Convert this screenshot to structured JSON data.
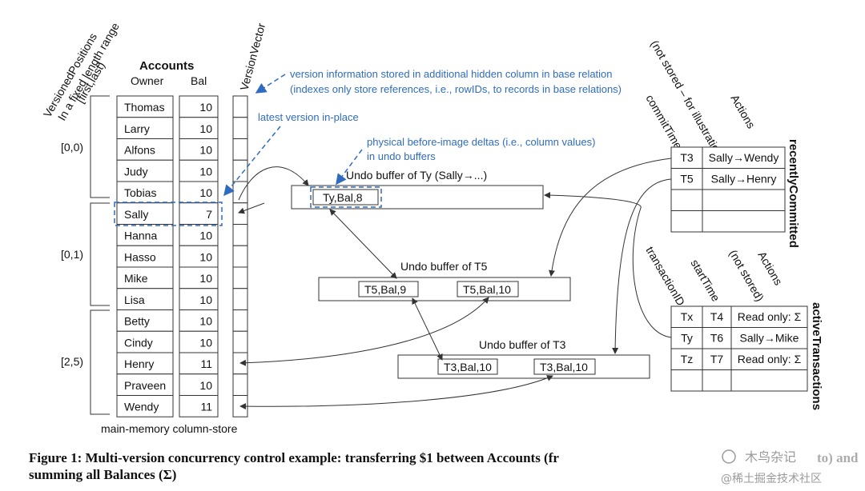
{
  "titles": {
    "accounts": "Accounts",
    "owner": "Owner",
    "bal": "Bal",
    "version_vector": "VersionVector",
    "versioned_positions_1": "VersionedPositions",
    "versioned_positions_2": "In a fixed length range",
    "versioned_positions_3": "[first,last)",
    "column_store": "main-memory column-store"
  },
  "accounts": [
    {
      "owner": "Thomas",
      "bal": "10"
    },
    {
      "owner": "Larry",
      "bal": "10"
    },
    {
      "owner": "Alfons",
      "bal": "10"
    },
    {
      "owner": "Judy",
      "bal": "10"
    },
    {
      "owner": "Tobias",
      "bal": "10"
    },
    {
      "owner": "Sally",
      "bal": "7"
    },
    {
      "owner": "Hanna",
      "bal": "10"
    },
    {
      "owner": "Hasso",
      "bal": "10"
    },
    {
      "owner": "Mike",
      "bal": "10"
    },
    {
      "owner": "Lisa",
      "bal": "10"
    },
    {
      "owner": "Betty",
      "bal": "10"
    },
    {
      "owner": "Cindy",
      "bal": "10"
    },
    {
      "owner": "Henry",
      "bal": "11"
    },
    {
      "owner": "Praveen",
      "bal": "10"
    },
    {
      "owner": "Wendy",
      "bal": "11"
    }
  ],
  "ranges": [
    "[0,0)",
    "[0,1)",
    "[2,5)"
  ],
  "annotations": {
    "version_info_1": "version information stored in additional hidden column in base relation",
    "version_info_2": "(indexes only store references, i.e., rowIDs, to records in base relations)",
    "latest_in_place": "latest version in-place",
    "deltas_1": "physical before-image deltas (i.e., column values)",
    "deltas_2": "in undo buffers"
  },
  "undo_buffers": {
    "ty_title": "Undo buffer of Ty (Sally→...)",
    "ty_entry": "Ty,Bal,8",
    "t5_title": "Undo buffer of T5",
    "t5_entry1": "T5,Bal,9",
    "t5_entry2": "T5,Bal,10",
    "t3_title": "Undo buffer of T3",
    "t3_entry1": "T3,Bal,10",
    "t3_entry2": "T3,Bal,10"
  },
  "recently_committed": {
    "label": "recentlyCommitted",
    "header_commit_time": "commitTime",
    "header_actions": "Actions",
    "header_not_stored": "(not stored – for illustration)",
    "rows": [
      {
        "time": "T3",
        "action": "Sally→Wendy"
      },
      {
        "time": "T5",
        "action": "Sally→Henry"
      }
    ]
  },
  "active_transactions": {
    "label": "activeTransactions",
    "header_transaction_id": "transactionID",
    "header_start_time": "startTime",
    "header_actions": "Actions",
    "header_not_stored": "(not stored)",
    "rows": [
      {
        "id": "Tx",
        "start": "T4",
        "action": "Read only: Σ"
      },
      {
        "id": "Ty",
        "start": "T6",
        "action": "Sally→Mike"
      },
      {
        "id": "Tz",
        "start": "T7",
        "action": "Read only: Σ"
      }
    ]
  },
  "caption": {
    "line1": "Figure 1: Multi-version concurrency control example: transferring $1 between Accounts (fr",
    "line1_tail": "to) and",
    "line2": "summing all Balances (Σ)"
  },
  "watermark": {
    "line1": "木鸟杂记",
    "line2": "@稀土掘金技术社区"
  },
  "colors": {
    "annotation": "#2f6cc0",
    "stroke": "#333333",
    "text": "#111111"
  }
}
